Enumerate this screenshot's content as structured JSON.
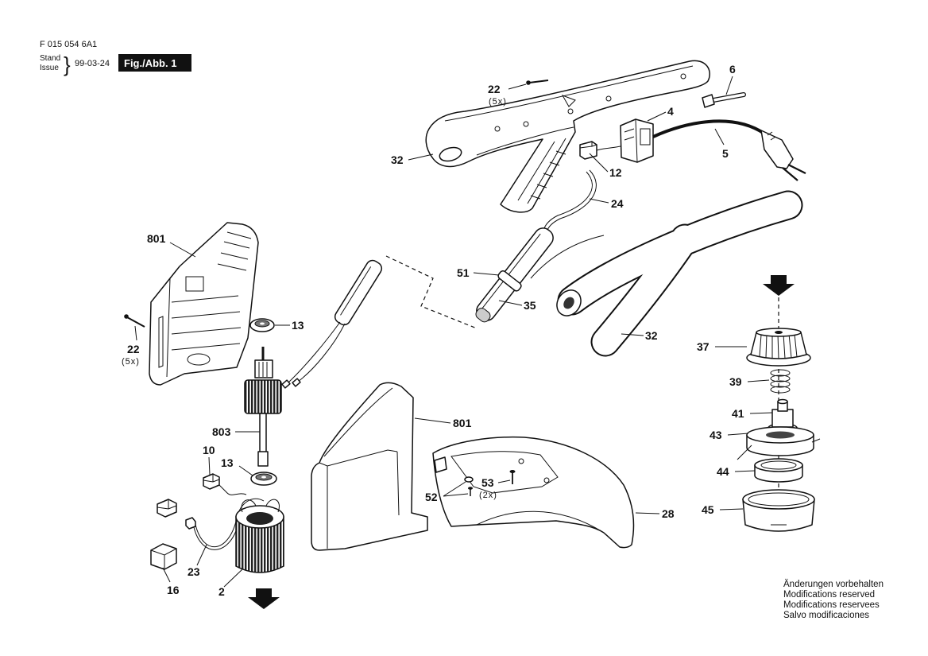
{
  "header": {
    "doc_number": "F 015 054 6A1",
    "stand_label": "Stand",
    "issue_label": "Issue",
    "brace": "}",
    "date": "99-03-24",
    "figure_label": "Fig./Abb. 1"
  },
  "callouts": [
    {
      "number": "22",
      "qty": "(5x)"
    },
    {
      "number": "6"
    },
    {
      "number": "4"
    },
    {
      "number": "5"
    },
    {
      "number": "32"
    },
    {
      "number": "12"
    },
    {
      "number": "24"
    },
    {
      "number": "801"
    },
    {
      "number": "51"
    },
    {
      "number": "35"
    },
    {
      "number": "13"
    },
    {
      "number": "32"
    },
    {
      "number": "37"
    },
    {
      "number": "22",
      "qty": "(5x)"
    },
    {
      "number": "39"
    },
    {
      "number": "41"
    },
    {
      "number": "801"
    },
    {
      "number": "803"
    },
    {
      "number": "43"
    },
    {
      "number": "10"
    },
    {
      "number": "13"
    },
    {
      "number": "53",
      "qty": "(2x)"
    },
    {
      "number": "44"
    },
    {
      "number": "52"
    },
    {
      "number": "45"
    },
    {
      "number": "28"
    },
    {
      "number": "23"
    },
    {
      "number": "16"
    },
    {
      "number": "2"
    }
  ],
  "notice": {
    "line1": "Änderungen vorbehalten",
    "line2": "Modifications reserved",
    "line3": "Modifications reservees",
    "line4": "Salvo modificaciones"
  }
}
